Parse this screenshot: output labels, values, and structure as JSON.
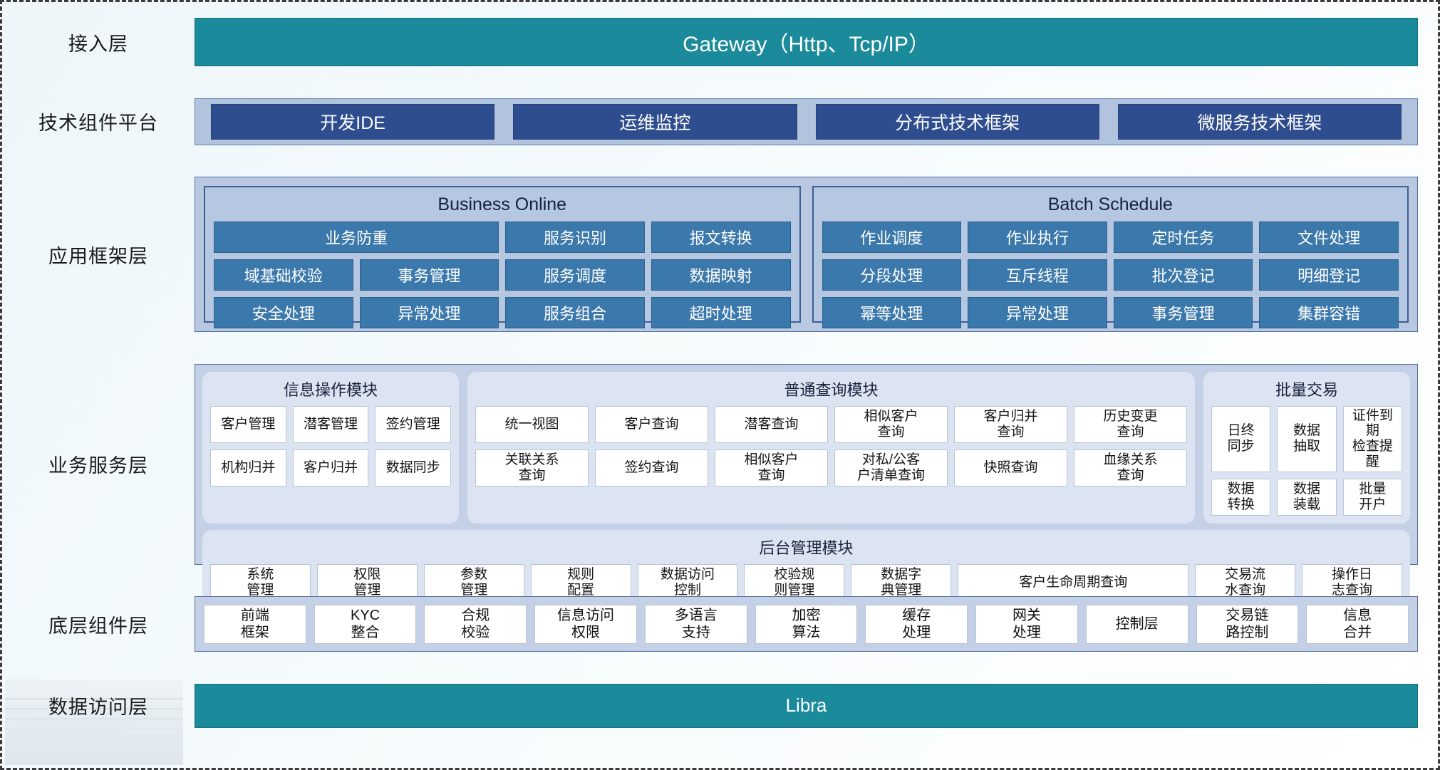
{
  "layers": [
    {
      "label": "接入层"
    },
    {
      "label": "技术组件平台"
    },
    {
      "label": "应用框架层"
    },
    {
      "label": "业务服务层"
    },
    {
      "label": "底层组件层"
    },
    {
      "label": "数据访问层"
    }
  ],
  "gateway": {
    "title": "Gateway（Http、Tcp/IP）"
  },
  "tech_platform": {
    "items": [
      "开发IDE",
      "运维监控",
      "分布式技术框架",
      "微服务技术框架"
    ]
  },
  "app_framework": {
    "business_online": {
      "title": "Business Online",
      "cells": [
        "业务防重",
        "服务识别",
        "报文转换",
        "域基础校验",
        "事务管理",
        "服务调度",
        "数据映射",
        "安全处理",
        "异常处理",
        "服务组合",
        "超时处理"
      ]
    },
    "batch_schedule": {
      "title": "Batch Schedule",
      "cells": [
        "作业调度",
        "作业执行",
        "定时任务",
        "文件处理",
        "分段处理",
        "互斥线程",
        "批次登记",
        "明细登记",
        "幂等处理",
        "异常处理",
        "事务管理",
        "集群容错"
      ]
    }
  },
  "business_service": {
    "info_module": {
      "title": "信息操作模块",
      "cells": [
        "客户管理",
        "潜客管理",
        "签约管理",
        "机构归并",
        "客户归并",
        "数据同步"
      ]
    },
    "query_module": {
      "title": "普通查询模块",
      "cells": [
        "统一视图",
        "客户查询",
        "潜客查询",
        "相似客户\n查询",
        "客户归并\n查询",
        "历史变更\n查询",
        "关联关系\n查询",
        "签约查询",
        "相似客户\n查询",
        "对私/公客\n户清单查询",
        "快照查询",
        "血缘关系\n查询"
      ]
    },
    "batch_module": {
      "title": "批量交易",
      "cells": [
        "日终\n同步",
        "数据\n抽取",
        "证件到期\n检查提醒",
        "数据\n转换",
        "数据\n装载",
        "批量\n开户"
      ]
    },
    "admin_module": {
      "title": "后台管理模块",
      "cells": [
        "系统\n管理",
        "权限\n管理",
        "参数\n管理",
        "规则\n配置",
        "数据访问\n控制",
        "校验规\n则管理",
        "数据字\n典管理",
        "客户生命周期查询",
        "交易流\n水查询",
        "操作日\n志查询"
      ]
    }
  },
  "component_layer": {
    "cells": [
      "前端\n框架",
      "KYC\n整合",
      "合规\n校验",
      "信息访问\n权限",
      "多语言\n支持",
      "加密\n算法",
      "缓存\n处理",
      "网关\n处理",
      "控制层",
      "交易链\n路控制",
      "信息\n合并"
    ]
  },
  "data_access": {
    "title": "Libra"
  },
  "colors": {
    "teal": "#1b8a9b",
    "dark_blue": "#2e4d8e",
    "mid_blue": "#3b78ab",
    "panel_blue": "#b2c4dd",
    "service_panel": "#c3d0e6",
    "module_panel": "#dde4f1"
  }
}
